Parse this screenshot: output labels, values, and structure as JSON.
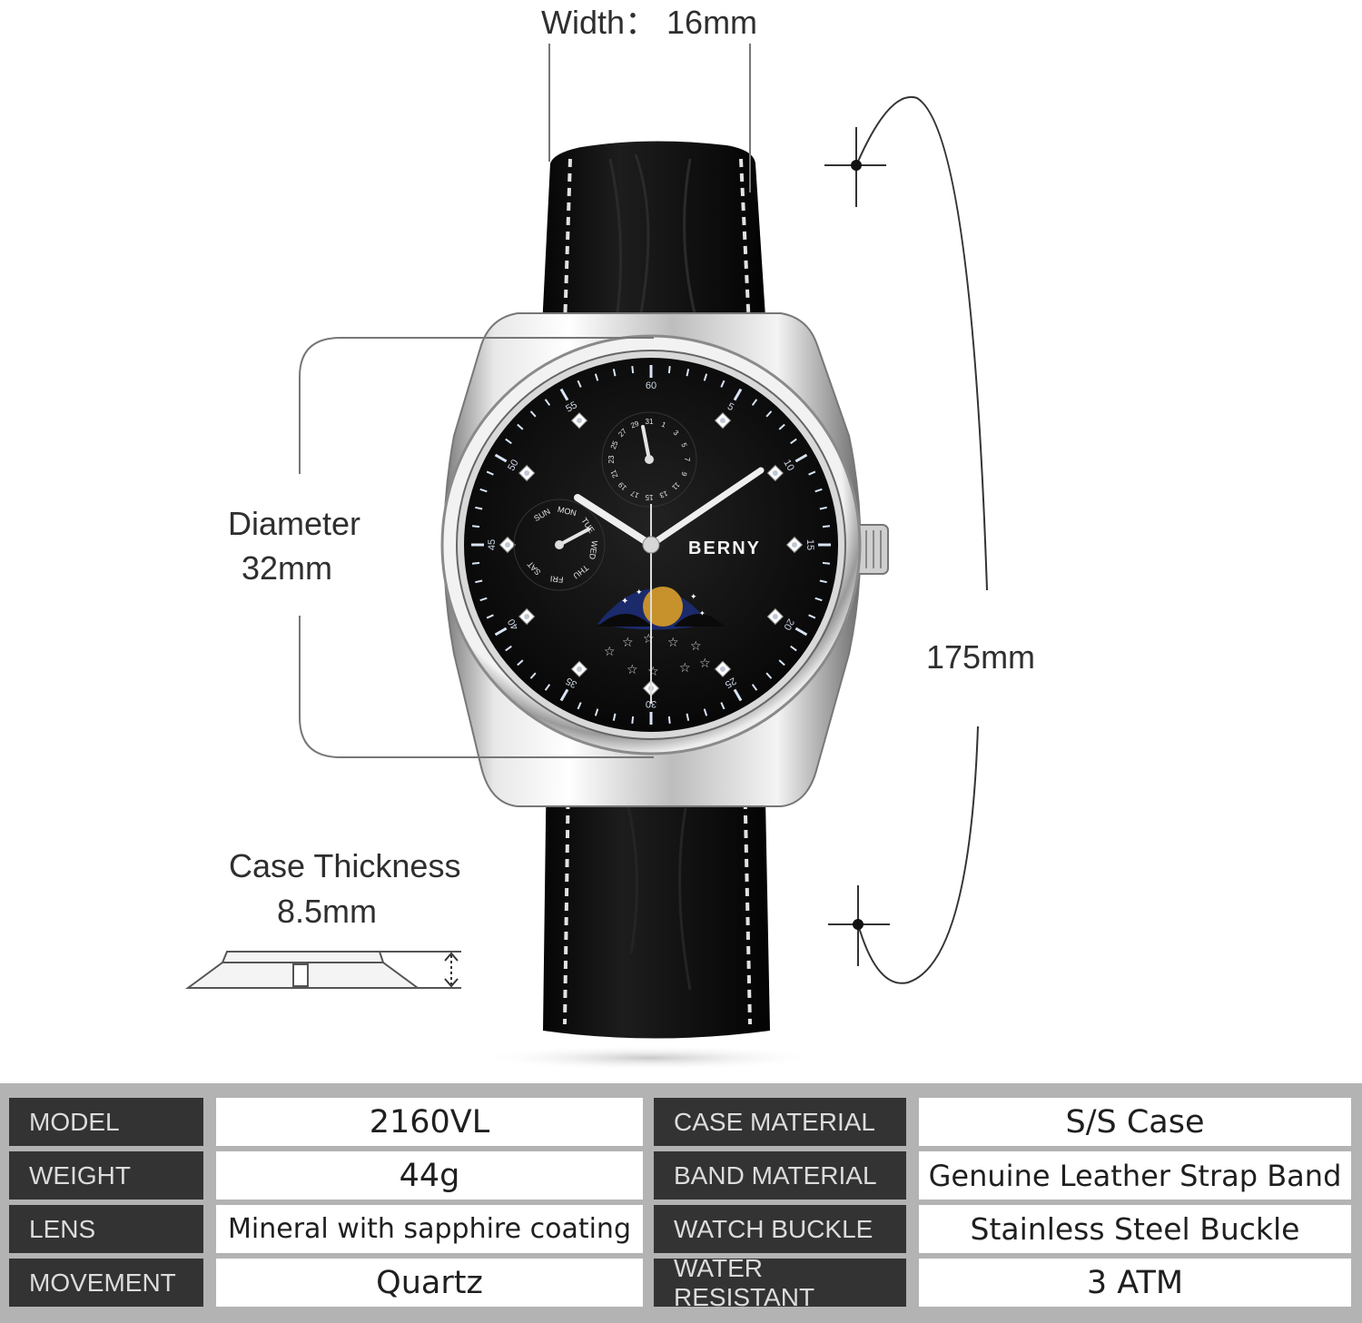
{
  "dimensions": {
    "width": "Width： 16mm",
    "diameter_label": "Diameter",
    "diameter_value": "32mm",
    "length": "175mm",
    "thickness_label": "Case Thickness",
    "thickness_value": "8.5mm"
  },
  "dial": {
    "brand": "BERNY",
    "minute_numbers": [
      "60",
      "5",
      "10",
      "15",
      "20",
      "25",
      "30",
      "35",
      "40",
      "45",
      "50",
      "55"
    ],
    "day_labels": [
      "SUN",
      "MON",
      "TUE",
      "WED",
      "THU",
      "FRI",
      "SAT"
    ],
    "date_labels": [
      "31",
      "1",
      "3",
      "5",
      "7",
      "9",
      "11",
      "13",
      "15",
      "17",
      "19",
      "21",
      "23",
      "25",
      "27",
      "29"
    ]
  },
  "specs": [
    {
      "key": "MODEL",
      "value": "2160VL",
      "key2": "CASE MATERIAL",
      "value2": "S/S Case"
    },
    {
      "key": "WEIGHT",
      "value": "44g",
      "key2": "BAND MATERIAL",
      "value2": "Genuine Leather Strap Band"
    },
    {
      "key": "LENS",
      "value": "Mineral with sapphire coating",
      "key2": "WATCH BUCKLE",
      "value2": "Stainless Steel Buckle"
    },
    {
      "key": "MOVEMENT",
      "value": "Quartz",
      "key2": "WATER RESISTANT",
      "value2": "3 ATM"
    }
  ],
  "colors": {
    "strap": "#0d0d0d",
    "stitch": "#e2e2e2",
    "case": "#c8c8c8",
    "dial": "#0a0a0a",
    "key_cell": "#333333",
    "table_border": "#b3b3b3"
  }
}
